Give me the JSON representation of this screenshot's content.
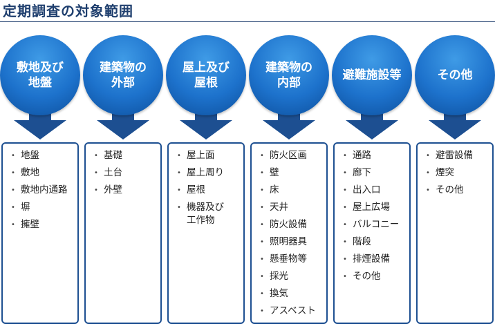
{
  "title": "定期調査の対象範囲",
  "colors": {
    "accent": "#1f3f6e",
    "circle": "#1d72cc",
    "arrow": "#1d4f91",
    "box_border": "#1d4f91"
  },
  "categories": [
    {
      "label": "敷地及び\n地盤",
      "items": [
        "地盤",
        "敷地",
        "敷地内通路",
        "塀",
        "擁壁"
      ]
    },
    {
      "label": "建築物の\n外部",
      "items": [
        "基礎",
        "土台",
        "外壁"
      ]
    },
    {
      "label": "屋上及び\n屋根",
      "items": [
        "屋上面",
        "屋上周り",
        "屋根",
        "機器及び\n工作物"
      ]
    },
    {
      "label": "建築物の\n内部",
      "items": [
        "防火区画",
        "壁",
        "床",
        "天井",
        "防火設備",
        "照明器具",
        "懸垂物等",
        "採光",
        "換気",
        "アスベスト"
      ]
    },
    {
      "label": "避難施設等",
      "items": [
        "通路",
        "廊下",
        "出入口",
        "屋上広場",
        "バルコニー",
        "階段",
        "排煙設備",
        "その他"
      ]
    },
    {
      "label": "その他",
      "items": [
        "避雷設備",
        "煙突",
        "その他"
      ]
    }
  ]
}
